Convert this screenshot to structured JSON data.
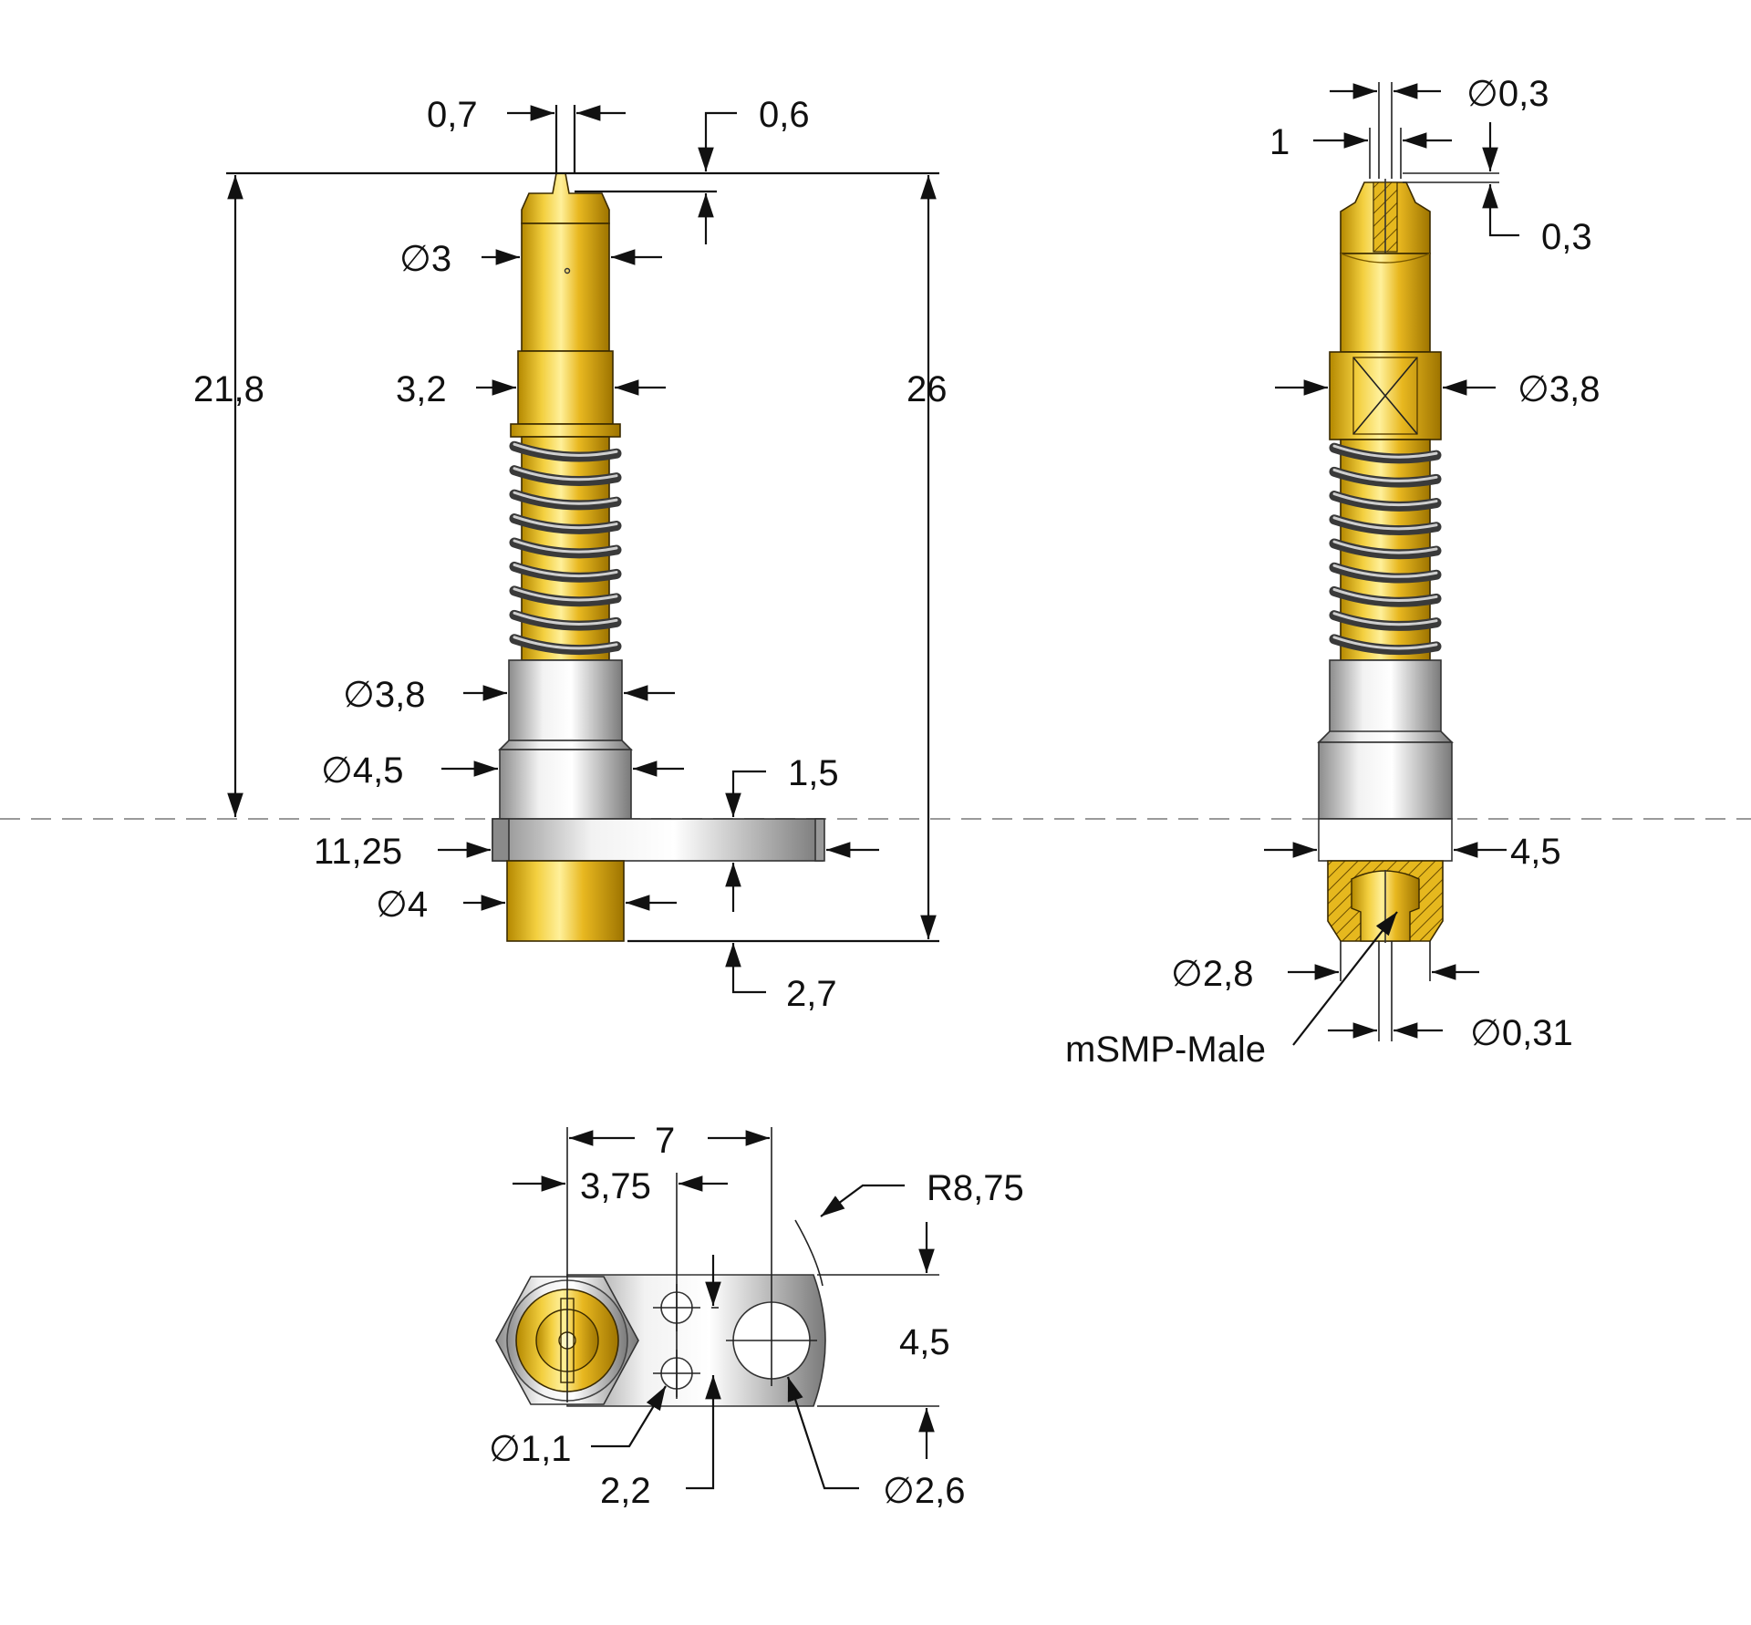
{
  "colors": {
    "gold": "#e0b21a",
    "gold_dark": "#a37a00",
    "silver": "#c9c9c9",
    "silver_dark": "#7c7c7c",
    "spring": "#5a5a5a",
    "centerline": "#9a9a9a"
  },
  "side_view": {
    "d_top_gap": "0,7",
    "d_tip_step": "0,6",
    "d_dia_3": "∅3",
    "d_height_218": "21,8",
    "d_32": "3,2",
    "d_total_26": "26",
    "d_dia_38": "∅3,8",
    "d_dia_45": "∅4,5",
    "d_flange_15": "1,5",
    "d_offset_1125": "11,25",
    "d_dia_4": "∅4",
    "d_bottom_27": "2,7"
  },
  "front_view": {
    "d_dia_03": "∅0,3",
    "d_1": "1",
    "d_03": "0,3",
    "d_dia_38": "∅3,8",
    "d_45": "4,5",
    "d_dia_28": "∅2,8",
    "d_dia_031": "∅0,31",
    "connector_label": "mSMP-Male"
  },
  "top_view": {
    "d_7": "7",
    "d_375": "3,75",
    "d_r875": "R8,75",
    "d_45": "4,5",
    "d_dia_11": "∅1,1",
    "d_22": "2,2",
    "d_dia_26": "∅2,6"
  }
}
